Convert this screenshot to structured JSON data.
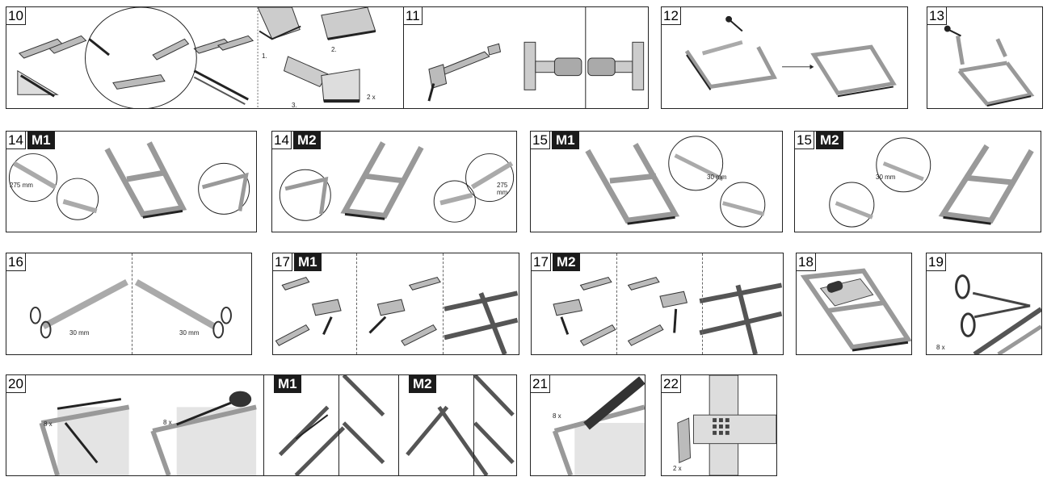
{
  "steps": [
    {
      "id": "s10",
      "num": "10",
      "tag": "",
      "captions": [
        "1.",
        "2.",
        "3.",
        "2 x"
      ]
    },
    {
      "id": "s11",
      "num": "11",
      "tag": "",
      "captions": []
    },
    {
      "id": "s12",
      "num": "12",
      "tag": "",
      "captions": []
    },
    {
      "id": "s13",
      "num": "13",
      "tag": "",
      "captions": []
    },
    {
      "id": "s14a",
      "num": "14",
      "tag": "M1",
      "captions": [
        "275 mm"
      ]
    },
    {
      "id": "s14b",
      "num": "14",
      "tag": "M2",
      "captions": [
        "275 mm"
      ]
    },
    {
      "id": "s15a",
      "num": "15",
      "tag": "M1",
      "captions": [
        "30 mm"
      ]
    },
    {
      "id": "s15b",
      "num": "15",
      "tag": "M2",
      "captions": [
        "30 mm"
      ]
    },
    {
      "id": "s16",
      "num": "16",
      "tag": "",
      "captions": [
        "30 mm",
        "30 mm"
      ]
    },
    {
      "id": "s17a",
      "num": "17",
      "tag": "M1",
      "captions": []
    },
    {
      "id": "s17b",
      "num": "17",
      "tag": "M2",
      "captions": []
    },
    {
      "id": "s18",
      "num": "18",
      "tag": "",
      "captions": []
    },
    {
      "id": "s19",
      "num": "19",
      "tag": "",
      "captions": [
        "8 x"
      ]
    },
    {
      "id": "s20",
      "num": "20",
      "tag": "",
      "captions": [
        "8 x",
        "8 x"
      ],
      "subtags": [
        "M1",
        "M2"
      ]
    },
    {
      "id": "s21",
      "num": "21",
      "tag": "",
      "captions": [
        "8 x"
      ]
    },
    {
      "id": "s22",
      "num": "22",
      "tag": "",
      "captions": [
        "2 x"
      ]
    }
  ]
}
